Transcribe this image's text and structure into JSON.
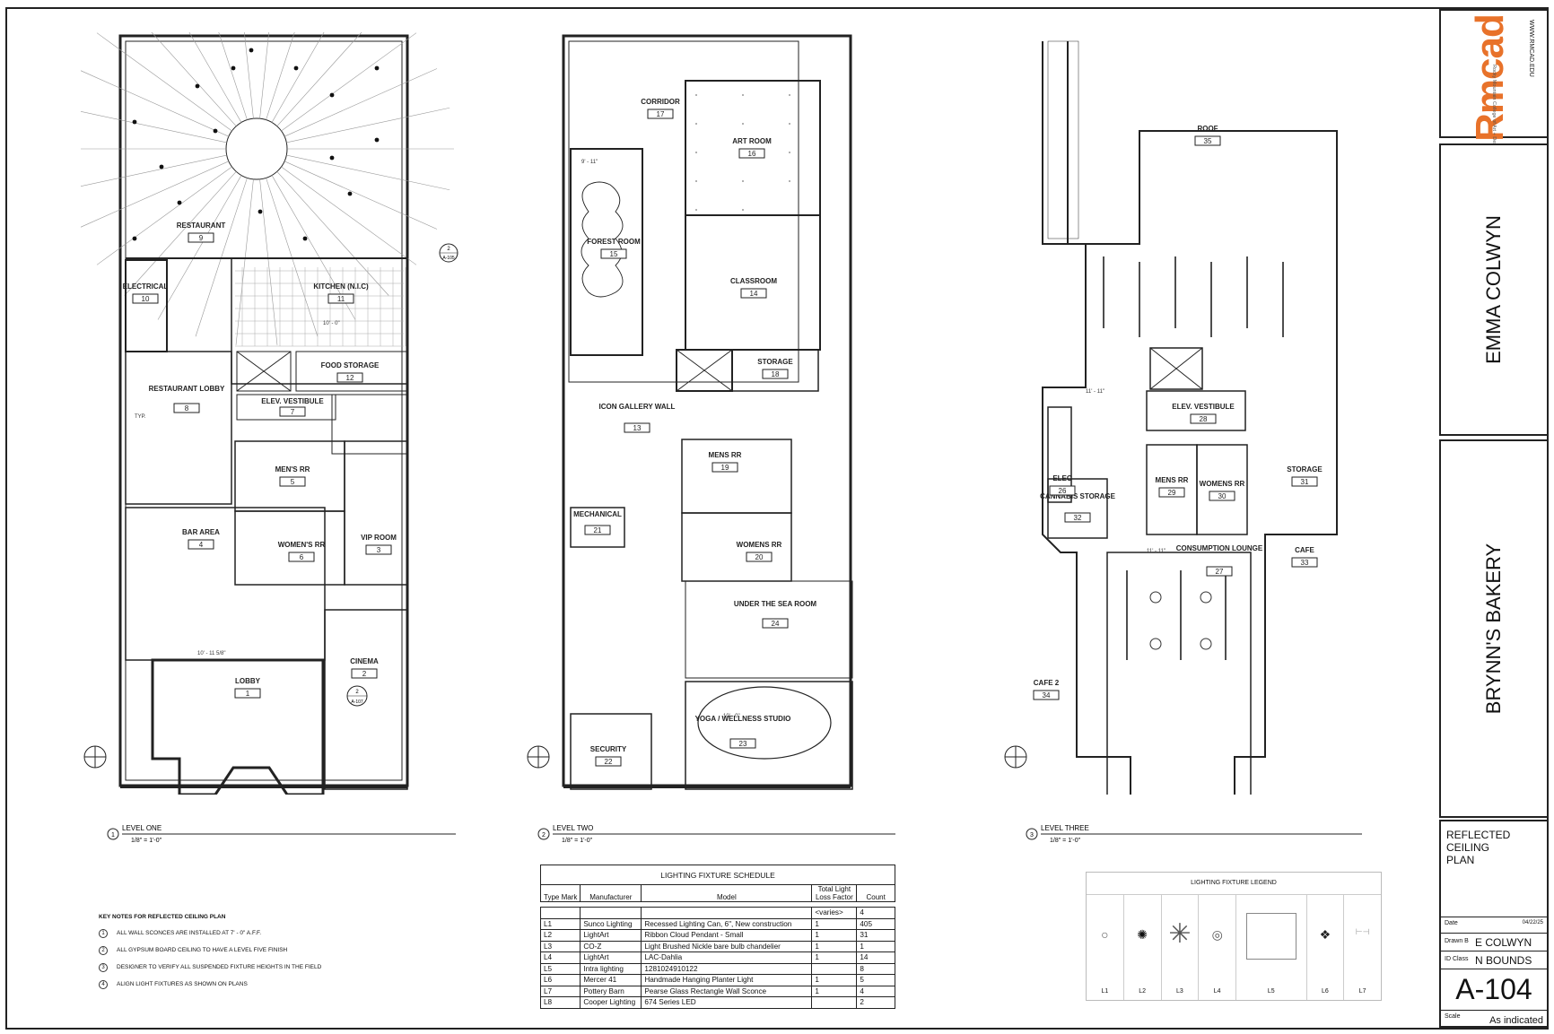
{
  "levels": [
    {
      "title": "LEVEL ONE",
      "scale": "1/8\" = 1'-0\"",
      "number": "1"
    },
    {
      "title": "LEVEL TWO",
      "scale": "1/8\" = 1'-0\"",
      "number": "2"
    },
    {
      "title": "LEVEL THREE",
      "scale": "1/8\" = 1'-0\"",
      "number": "3"
    }
  ],
  "rooms_level1": [
    {
      "name": "RESTAURANT",
      "num": "9"
    },
    {
      "name": "ELECTRICAL",
      "num": "10"
    },
    {
      "name": "KITCHEN (N.I.C)",
      "num": "11"
    },
    {
      "name": "FOOD STORAGE",
      "num": "12"
    },
    {
      "name": "RESTAURANT LOBBY",
      "num": "8"
    },
    {
      "name": "ELEV. VESTIBULE",
      "num": "7"
    },
    {
      "name": "MEN'S RR",
      "num": "5"
    },
    {
      "name": "BAR AREA",
      "num": "4"
    },
    {
      "name": "WOMEN'S RR",
      "num": "6"
    },
    {
      "name": "VIP ROOM",
      "num": "3"
    },
    {
      "name": "LOBBY",
      "num": "1"
    },
    {
      "name": "CINEMA",
      "num": "2"
    }
  ],
  "rooms_level2": [
    {
      "name": "CORRIDOR",
      "num": "17"
    },
    {
      "name": "ART ROOM",
      "num": "16"
    },
    {
      "name": "FOREST ROOM",
      "num": "15"
    },
    {
      "name": "CLASSROOM",
      "num": "14"
    },
    {
      "name": "STORAGE",
      "num": "18"
    },
    {
      "name": "ICON GALLERY WALL",
      "num": "13"
    },
    {
      "name": "MENS RR",
      "num": "19"
    },
    {
      "name": "MECHANICAL",
      "num": "21"
    },
    {
      "name": "WOMENS RR",
      "num": "20"
    },
    {
      "name": "UNDER THE SEA ROOM",
      "num": "24"
    },
    {
      "name": "YOGA / WELLNESS STUDIO",
      "num": "23"
    },
    {
      "name": "SECURITY",
      "num": "22"
    }
  ],
  "rooms_level3": [
    {
      "name": "ROOF",
      "num": "35"
    },
    {
      "name": "ELEV. VESTIBULE",
      "num": "28"
    },
    {
      "name": "ELEC",
      "num": "26"
    },
    {
      "name": "MENS RR",
      "num": "29"
    },
    {
      "name": "WOMENS RR",
      "num": "30"
    },
    {
      "name": "STORAGE",
      "num": "31"
    },
    {
      "name": "CANNABIS STORAGE",
      "num": "32"
    },
    {
      "name": "CONSUMPTION LOUNGE",
      "num": "27"
    },
    {
      "name": "CAFE",
      "num": "33"
    },
    {
      "name": "CAFE 2",
      "num": "34"
    }
  ],
  "callouts": {
    "section_ref": "A-105",
    "section_num": "2",
    "detail_ref": "A-107",
    "typ": "TYP.",
    "dim_a": "10' - 0\"",
    "dim_b": "10' - 11 5/8\"",
    "dim_c": "9' - 11\"",
    "dim_d": "11' - 11\""
  },
  "notes": {
    "title": "KEY NOTES FOR REFLECTED CEILING PLAN",
    "items": [
      {
        "num": "1",
        "text": "ALL WALL SCONCES ARE INSTALLED AT 7' - 0\" A.F.F."
      },
      {
        "num": "2",
        "text": "ALL GYPSUM BOARD CEILING TO HAVE A LEVEL FIVE FINISH"
      },
      {
        "num": "3",
        "text": "DESIGNER TO VERIFY ALL SUSPENDED FIXTURE HEIGHTS IN THE FIELD"
      },
      {
        "num": "4",
        "text": "ALIGN LIGHT FIXTURES AS SHOWN ON PLANS"
      }
    ]
  },
  "schedule": {
    "title": "LIGHTING FIXTURE SCHEDULE",
    "headers": [
      "Type Mark",
      "Manufacturer",
      "Model",
      "Total Light Loss Factor",
      "Count"
    ],
    "summary": [
      "",
      "",
      "",
      "<varies>",
      "4"
    ],
    "rows": [
      [
        "L1",
        "Sunco Lighting",
        "Recessed Lighting Can, 6\", New construction",
        "1",
        "405"
      ],
      [
        "L2",
        "LightArt",
        "Ribbon Cloud Pendant - Small",
        "1",
        "31"
      ],
      [
        "L3",
        "CO-Z",
        "Light Brushed Nickle bare bulb chandelier",
        "1",
        "1"
      ],
      [
        "L4",
        "LightArt",
        "LAC-Dahlia",
        "1",
        "14"
      ],
      [
        "L5",
        "Intra lighting",
        "1281024910122",
        "",
        "8"
      ],
      [
        "L6",
        "Mercer 41",
        "Handmade Hanging Planter Light",
        "1",
        "5"
      ],
      [
        "L7",
        "Pottery Barn",
        "Pearse Glass Rectangle Wall Sconce",
        "1",
        "4"
      ],
      [
        "L8",
        "Cooper Lighting",
        "674 Series LED",
        "",
        "2"
      ]
    ]
  },
  "legend": {
    "title": "LIGHTING FIXTURE LEGEND",
    "items": [
      "L1",
      "L2",
      "L3",
      "L4",
      "L5",
      "L6",
      "L7"
    ]
  },
  "titleblock": {
    "logo": "Rmcad",
    "logo_sub": "Rocky Mountain College of Art + Design",
    "logo_url": "WWW.RMCAD.EDU",
    "student": "EMMA COLWYN",
    "project": "BRYNN'S BAKERY",
    "sheet_title": "REFLECTED CEILING PLAN",
    "date_label": "Date",
    "date": "04/22/25",
    "drawn_label": "Drawn B",
    "drawn": "E COLWYN",
    "class_label": "ID Class",
    "class": "N BOUNDS",
    "sheet_number": "A-104",
    "scale_label": "Scale",
    "scale": "As indicated"
  }
}
